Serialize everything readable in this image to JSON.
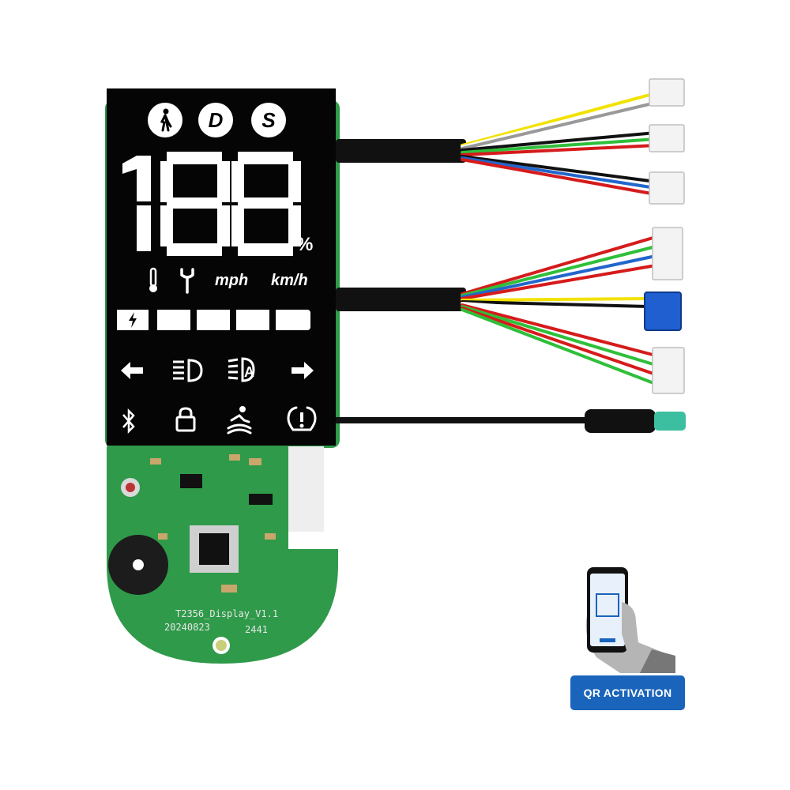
{
  "display": {
    "modes": [
      "D",
      "S"
    ],
    "speed_digits": "188",
    "percent_unit": "%",
    "unit_mph": "mph",
    "unit_kmh": "km/h",
    "battery_segments": 5,
    "icons_row1": [
      "thermometer-icon",
      "wrench-icon"
    ],
    "icons_row3": [
      "arrow-left-icon",
      "headlight-icon",
      "auto-headlight-icon",
      "arrow-right-icon"
    ],
    "icons_row4": [
      "bluetooth-icon",
      "lock-icon",
      "cruise-icon",
      "tire-pressure-icon"
    ]
  },
  "pcb": {
    "label_line1": "T2356_Display_V1.1",
    "label_line2": "20240823",
    "label_code": "2441"
  },
  "qr": {
    "badge_label": "QR ACTIVATION"
  },
  "wire_colors": [
    "#f2e200",
    "#ffffff",
    "#111111",
    "#2fbf3a",
    "#d51b1b",
    "#2266cc"
  ]
}
